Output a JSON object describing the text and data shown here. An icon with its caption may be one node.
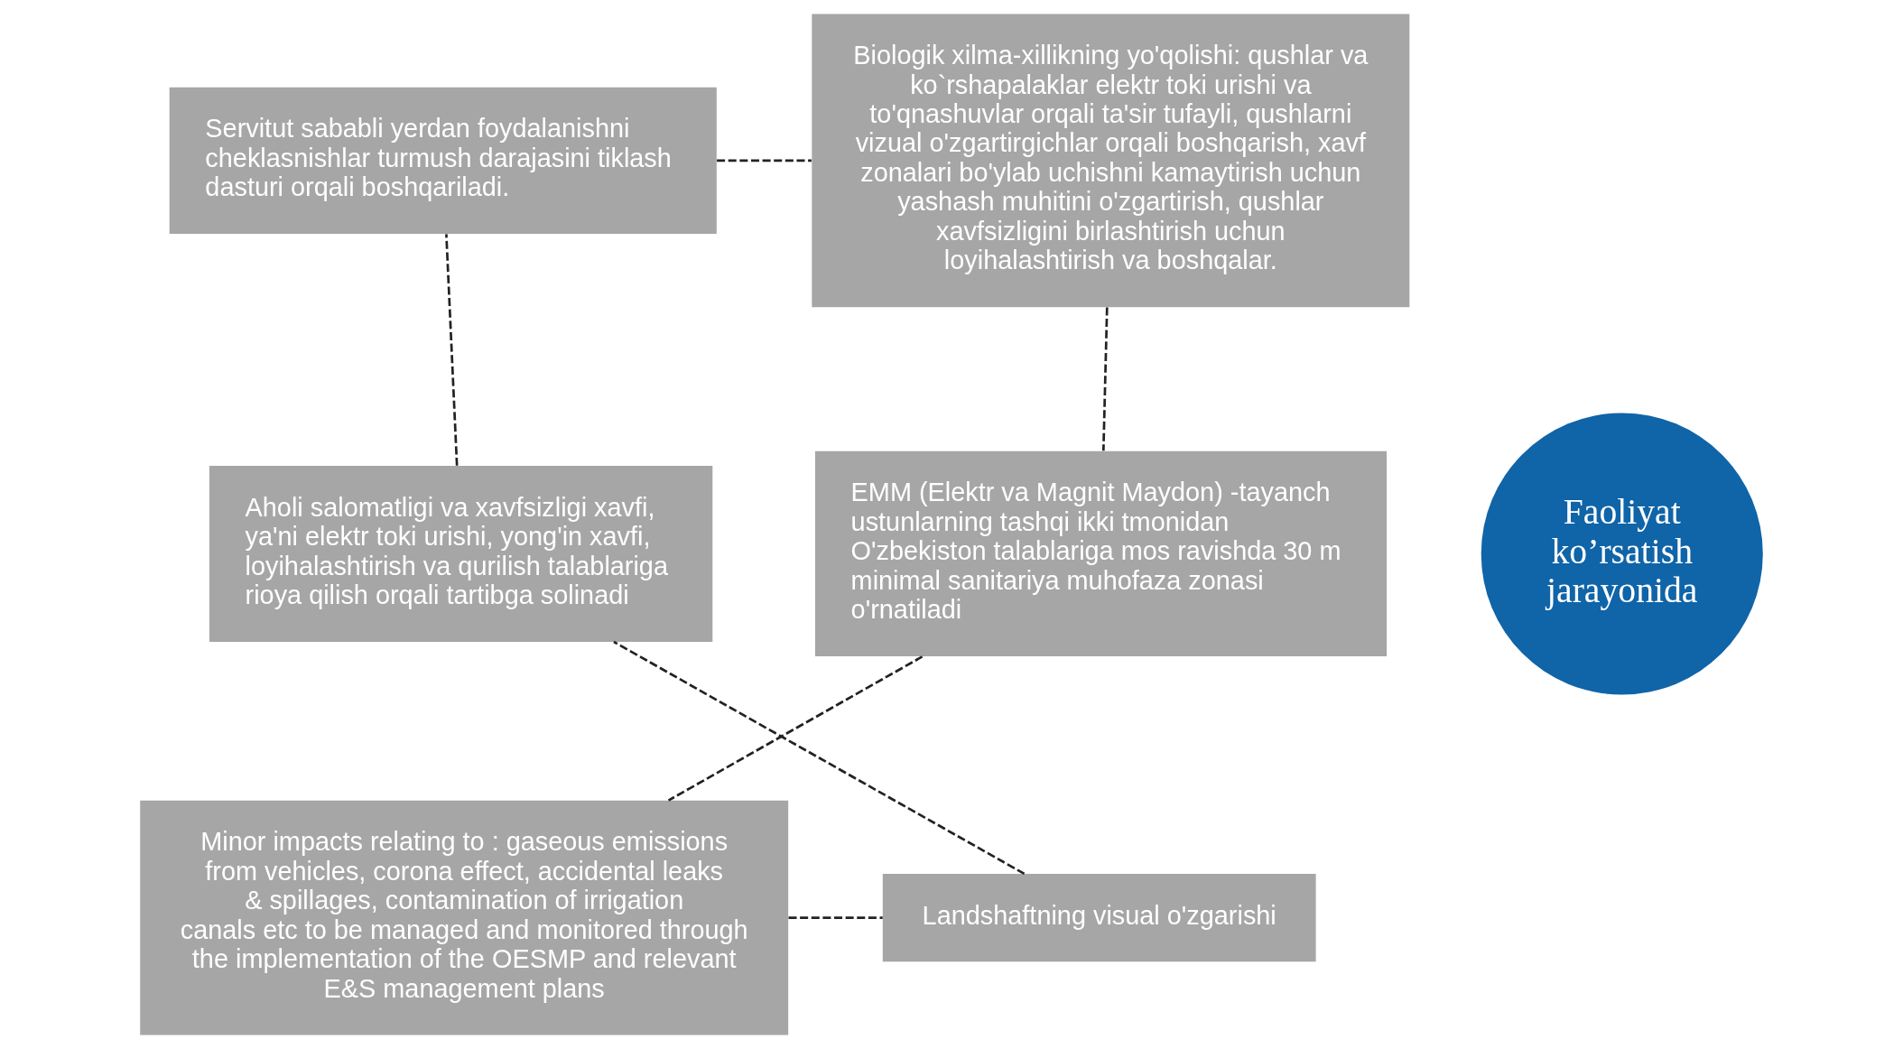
{
  "diagram": {
    "nodes": [
      {
        "text": [
          "Servitut sababli yerdan foydalanishni cheklasnishlar turmush darajasini tiklash dasturi orqali boshqariladi."
        ]
      },
      {
        "text": [
          "Biologik xilma-xillikning yo'qolishi: qushlar va ko`rshapalaklar elektr toki urishi va to'qnashuvlar orqali ta'sir tufayli, qushlarni vizual o'zgartirgichlar orqali boshqarish, xavf zonalari bo'ylab uchishni kamaytirish uchun yashash muhitini o'zgartirish, qushlar xavfsizligini birlashtirish uchun loyihalashtirish va boshqalar."
        ]
      },
      {
        "text": [
          "Faoliyat ko’rsatish jarayonida"
        ]
      },
      {
        "text": [
          "Aholi salomatligi va xavfsizligi xavfi, ya'ni elektr toki urishi, yong'in xavfi, loyihalashtirish va qurilish talablariga rioya qilish orqali tartibga solinadi"
        ]
      },
      {
        "text": [
          "EMM (Elektr va Magnit Maydon) -tayanch ustunlarning tashqi ikki tmonidan O'zbekiston talablariga mos ravishda 30 m minimal sanitariya muhofaza zonasi o'rnatiladi"
        ]
      },
      {
        "text": [
          "Minor impacts relating to : gaseous emissions from vehicles, corona effect, accidental leaks & spillages, contamination of irrigation canals etc to be managed and monitored through the implementation of the OESMP and relevant E&S management plans"
        ]
      },
      {
        "text": [
          "Landshaftning visual o'zgarishi"
        ]
      }
    ],
    "edges": [
      {
        "from": 0,
        "to": 1,
        "arrow": "none",
        "style": "dashed"
      },
      {
        "from": 1,
        "to": 4,
        "arrow": "none",
        "style": "dashed"
      },
      {
        "from": 4,
        "to": 5,
        "arrow": "none",
        "style": "dashed"
      },
      {
        "from": 5,
        "to": 6,
        "arrow": "none",
        "style": "dashed"
      },
      {
        "from": 6,
        "to": 3,
        "arrow": "none",
        "style": "dashed"
      },
      {
        "from": 3,
        "to": 0,
        "arrow": "none",
        "style": "dashed"
      }
    ]
  }
}
